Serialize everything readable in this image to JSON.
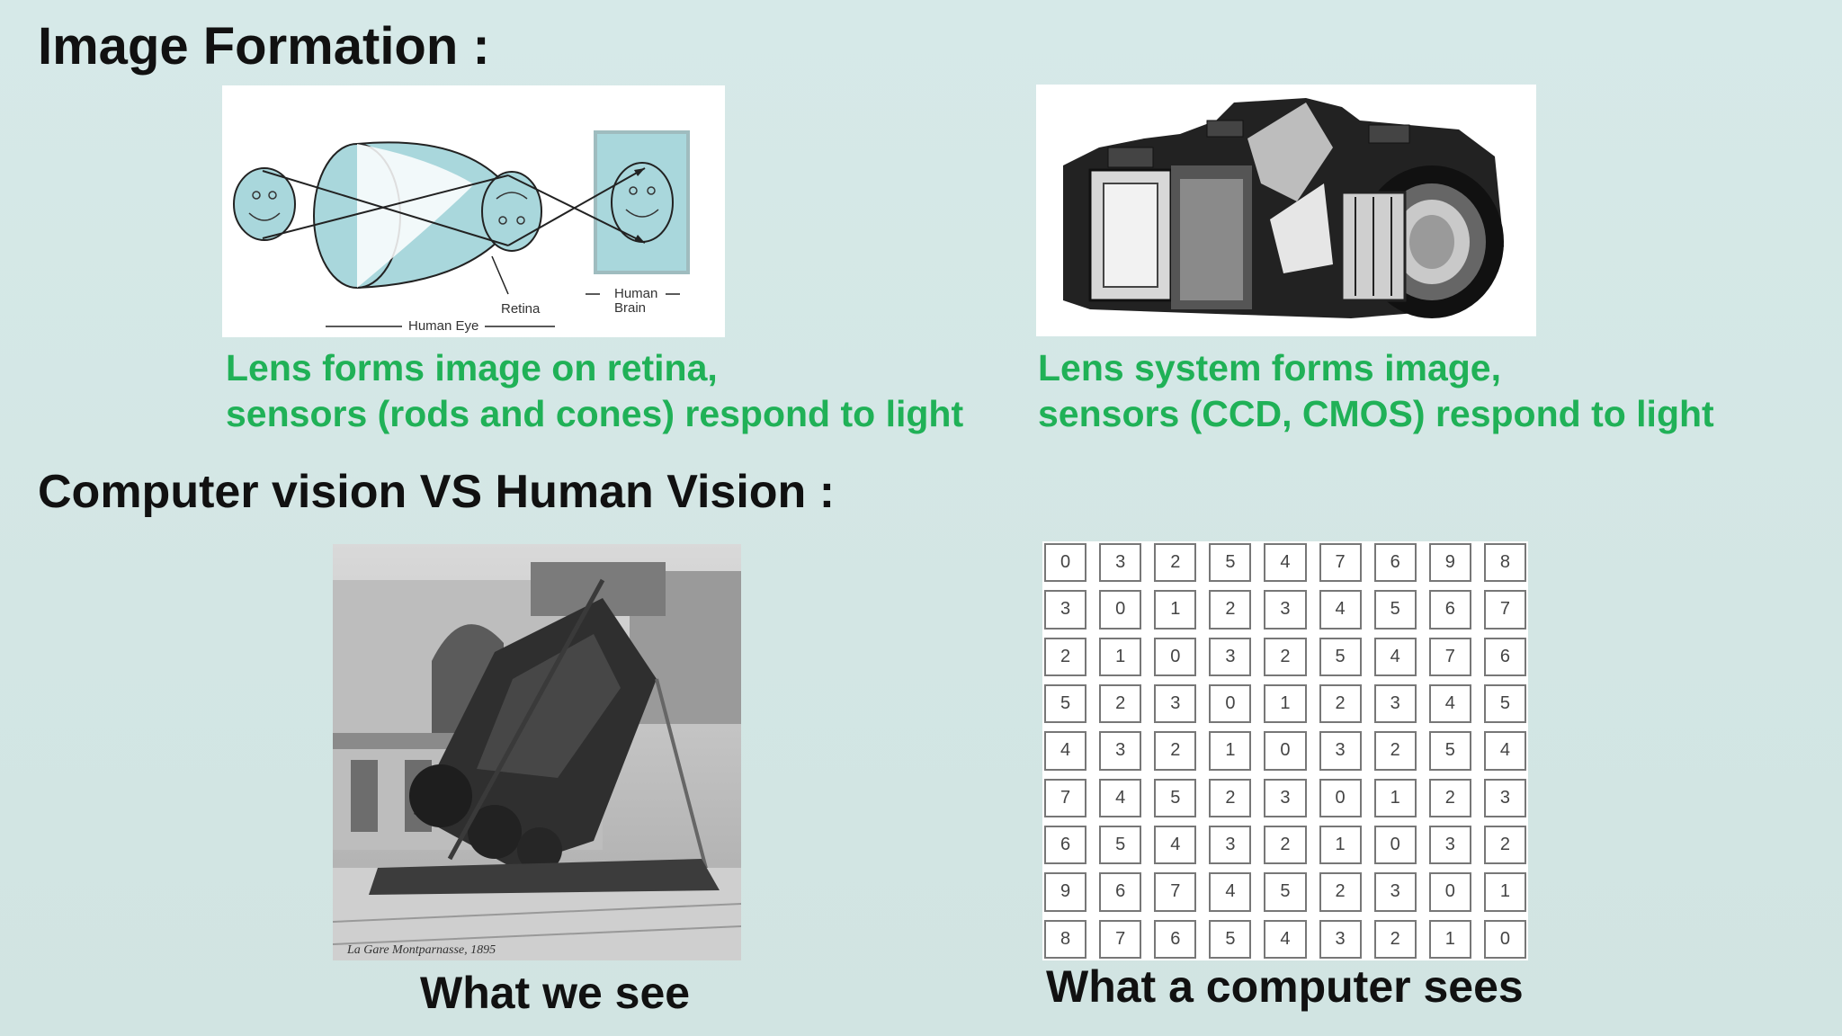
{
  "slide": {
    "heading1": "Image Formation :",
    "heading2": "Computer vision VS  Human Vision :",
    "eye": {
      "caption_line1": "Lens forms image on retina,",
      "caption_line2": "sensors (rods and cones) respond to light",
      "diagram_labels": {
        "retina": "Retina",
        "human_eye": "Human Eye",
        "human_brain_1": "Human",
        "human_brain_2": "Brain"
      }
    },
    "camera": {
      "caption_line1": "Lens system forms image,",
      "caption_line2": "sensors (CCD, CMOS) respond to light"
    },
    "photo": {
      "inscription": "La Gare Montparnasse, 1895",
      "label": "What we see"
    },
    "pixels": {
      "label": "What a computer sees",
      "rows": [
        [
          0,
          3,
          2,
          5,
          4,
          7,
          6,
          9,
          8
        ],
        [
          3,
          0,
          1,
          2,
          3,
          4,
          5,
          6,
          7
        ],
        [
          2,
          1,
          0,
          3,
          2,
          5,
          4,
          7,
          6
        ],
        [
          5,
          2,
          3,
          0,
          1,
          2,
          3,
          4,
          5
        ],
        [
          4,
          3,
          2,
          1,
          0,
          3,
          2,
          5,
          4
        ],
        [
          7,
          4,
          5,
          2,
          3,
          0,
          1,
          2,
          3
        ],
        [
          6,
          5,
          4,
          3,
          2,
          1,
          0,
          3,
          2
        ],
        [
          9,
          6,
          7,
          4,
          5,
          2,
          3,
          0,
          1
        ],
        [
          8,
          7,
          6,
          5,
          4,
          3,
          2,
          1,
          0
        ]
      ]
    },
    "colors": {
      "background": "#d5e8e7",
      "caption": "#20b157",
      "heading": "#111111",
      "diagram_fill": "#a9d7dc"
    }
  }
}
